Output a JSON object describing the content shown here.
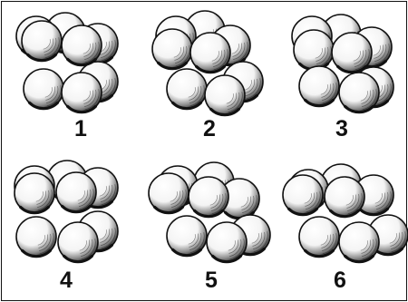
{
  "figures": [
    {
      "label": "1"
    },
    {
      "label": "2"
    },
    {
      "label": "3"
    },
    {
      "label": "4"
    },
    {
      "label": "5"
    },
    {
      "label": "6"
    }
  ],
  "colors": {
    "ink": "#111111",
    "sphere_fill": "#f4f4f4",
    "shade": "#8a8a8a",
    "background": "#ffffff"
  }
}
